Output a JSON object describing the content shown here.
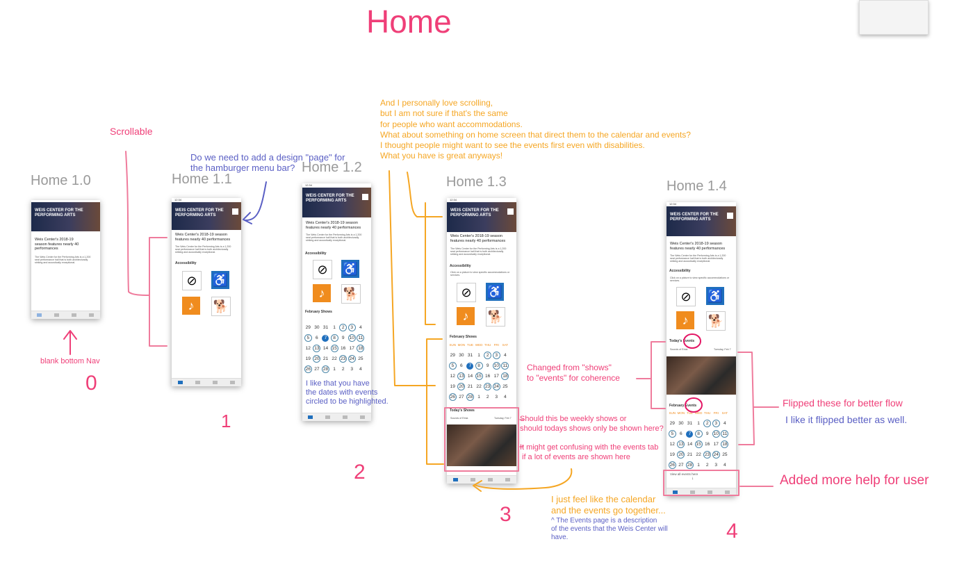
{
  "page_title": "Home",
  "versions": [
    "Home 1.0",
    "Home 1.1",
    "Home 1.2",
    "Home 1.3",
    "Home 1.4"
  ],
  "numbers": [
    "0",
    "1",
    "2",
    "3",
    "4"
  ],
  "app": {
    "hero_title_l1": "WEIS CENTER FOR THE",
    "hero_title_l2": "PERFORMING ARTS",
    "status_time": "12:34",
    "headline_l1": "Weis Center's 2018-19 season",
    "headline_l2": "features nearly 40 performances",
    "headline0_l1": "Weis Center's 2018-19",
    "headline0_l2": "season features nearly 40",
    "headline0_l3": "performances",
    "body": "The Weis Center for the Performing Arts is a 1,200 seat performance hall that is both architecturally striking and acoustically exceptional.",
    "accessibility": "Accessibility",
    "access_hint": "Click on a picture to view specific accommodations or services.",
    "feb_shows": "February Shows",
    "feb_events": "February Events",
    "todays_shows": "Today's Shows",
    "todays_events": "Today's Events",
    "show_name": "Sounds of Etnia",
    "show_date": "Tuesday, Feb 7",
    "view_all": "View all events here",
    "icons": [
      "eye-slash-icon",
      "wheelchair-icon",
      "ear-icon",
      "service-dog-icon"
    ]
  },
  "calendar": {
    "days": [
      "SUN",
      "MON",
      "TUE",
      "WED",
      "THU",
      "FRI",
      "SAT"
    ],
    "weeks": [
      [
        "29",
        "30",
        "31",
        "1",
        "2",
        "3",
        "4"
      ],
      [
        "5",
        "6",
        "7",
        "8",
        "9",
        "10",
        "11"
      ],
      [
        "12",
        "13",
        "14",
        "15",
        "16",
        "17",
        "18"
      ],
      [
        "19",
        "20",
        "21",
        "22",
        "23",
        "24",
        "25"
      ],
      [
        "26",
        "27",
        "28",
        "1",
        "2",
        "3",
        "4"
      ]
    ]
  },
  "annotations": {
    "scrollable": "Scrollable",
    "hamburger": [
      "Do we need to add a design \"page\" for",
      "the hamburger menu bar?"
    ],
    "blank_nav": "blank bottom Nav",
    "dates_circled": [
      "I like that you have",
      "the dates with events",
      "circled to be highlighted."
    ],
    "scrolling": [
      "And I personally love scrolling,",
      "but I am not sure if that's the same",
      " for people who want accommodations.",
      "What about something on home screen that direct them to the calendar and events?",
      "I thought people might want to see the events first even with disabilities.",
      "What you have is great anyways!"
    ],
    "changed": [
      "Changed from \"shows\"",
      "to \"events\" for coherence"
    ],
    "weekly": [
      "Should this be weekly shows or",
      "should todays shows only be shown here?"
    ],
    "confusing": [
      "It might get confusing with the events tab",
      "if a lot of events are shown here"
    ],
    "calendar_events": [
      "I just feel like the calendar",
      "and the events go together..."
    ],
    "events_page": [
      "^ The Events page is a description",
      "of the events that the Weis Center will",
      "have."
    ],
    "flipped": "Flipped these for better flow",
    "like_flipped": "I like it flipped better as well.",
    "more_help": "Added more help for user"
  }
}
